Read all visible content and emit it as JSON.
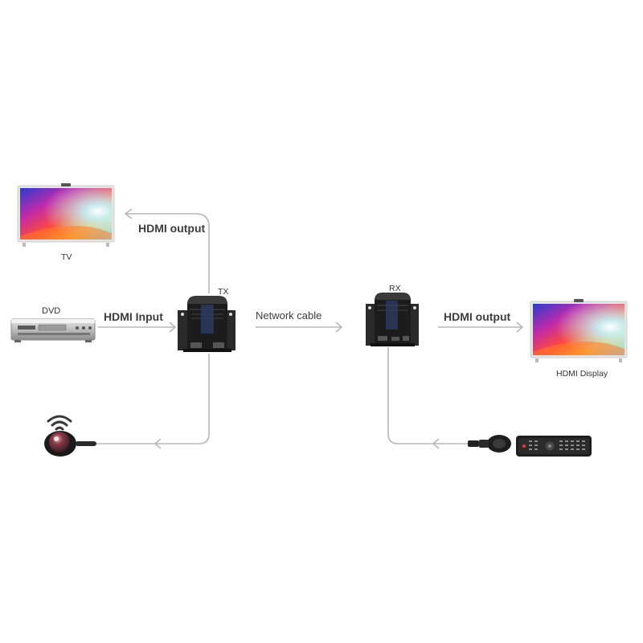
{
  "labels": {
    "tv": "TV",
    "dvd": "DVD",
    "hdmi_input": "HDMI Input",
    "hdmi_output_left": "HDMI output",
    "tx": "TX",
    "network_cable": "Network cable",
    "rx": "RX",
    "hdmi_output_right": "HDMI output",
    "hdmi_display": "HDMI Display"
  },
  "colors": {
    "line": "#b8b8b8",
    "device_body": "#1e1e1e",
    "device_top": "#2c2c2c",
    "tv_frame": "#d9d9d9",
    "text": "#3d3d3d"
  },
  "icons": {
    "tv_left": "tv-icon",
    "tv_right": "tv-icon",
    "dvd": "dvd-player-icon",
    "tx": "extender-transmitter-icon",
    "rx": "extender-receiver-icon",
    "ir_receiver": "ir-receiver-eye-icon",
    "ir_blaster": "ir-emitter-icon",
    "remote": "remote-control-icon",
    "wifi": "wireless-signal-icon"
  }
}
